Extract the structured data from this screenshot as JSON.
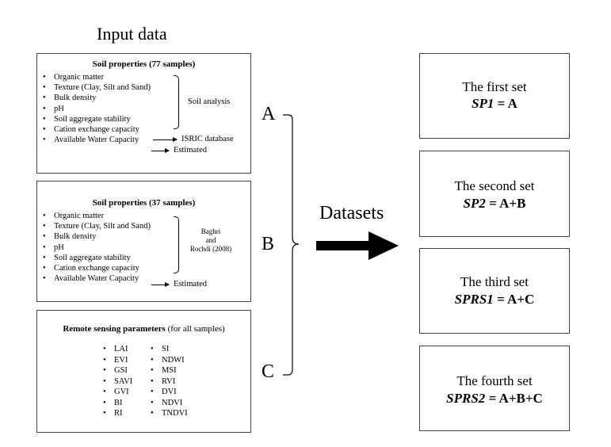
{
  "input_heading": "Input data",
  "box_a": {
    "title": "Soil properties (77 samples)",
    "items": [
      "Organic matter",
      "Texture (Clay, Silt and Sand)",
      "Bulk density",
      "pH",
      "Soil aggregate stability",
      "Cation exchange capacity",
      "Available Water Capacity"
    ],
    "bracket_label": "Soil analysis",
    "arrow_label_1": "ISRIC database",
    "arrow_label_2": "Estimated"
  },
  "box_b": {
    "title": "Soil properties (37 samples)",
    "items": [
      "Organic matter",
      "Texture (Clay, Silt and Sand)",
      "Bulk density",
      "pH",
      "Soil aggregate stability",
      "Cation exchange capacity",
      "Available Water Capacity"
    ],
    "ref_line1": "Baghri",
    "ref_line2": "and",
    "ref_line3": "Rochdi (2008)",
    "arrow_label": "Estimated"
  },
  "box_c": {
    "title_bold": "Remote sensing parameters",
    "title_rest": " (for all samples)",
    "col1": [
      "LAI",
      "EVI",
      "GSI",
      "SAVI",
      "GVI",
      "BI",
      "RI"
    ],
    "col2": [
      "SI",
      "NDWI",
      "MSI",
      "RVI",
      "DVI",
      "NDVI",
      "TNDVI"
    ]
  },
  "letters": {
    "a": "A",
    "b": "B",
    "c": "C"
  },
  "datasets_label": "Datasets",
  "sets": [
    {
      "line1": "The first set",
      "name": "SP1",
      "formula": " = A"
    },
    {
      "line1": "The second set",
      "name": "SP2",
      "formula": " = A+B"
    },
    {
      "line1": "The third set",
      "name": "SPRS1",
      "formula": " = A+C"
    },
    {
      "line1": "The fourth set",
      "name": "SPRS2",
      "formula": " = A+B+C"
    }
  ]
}
